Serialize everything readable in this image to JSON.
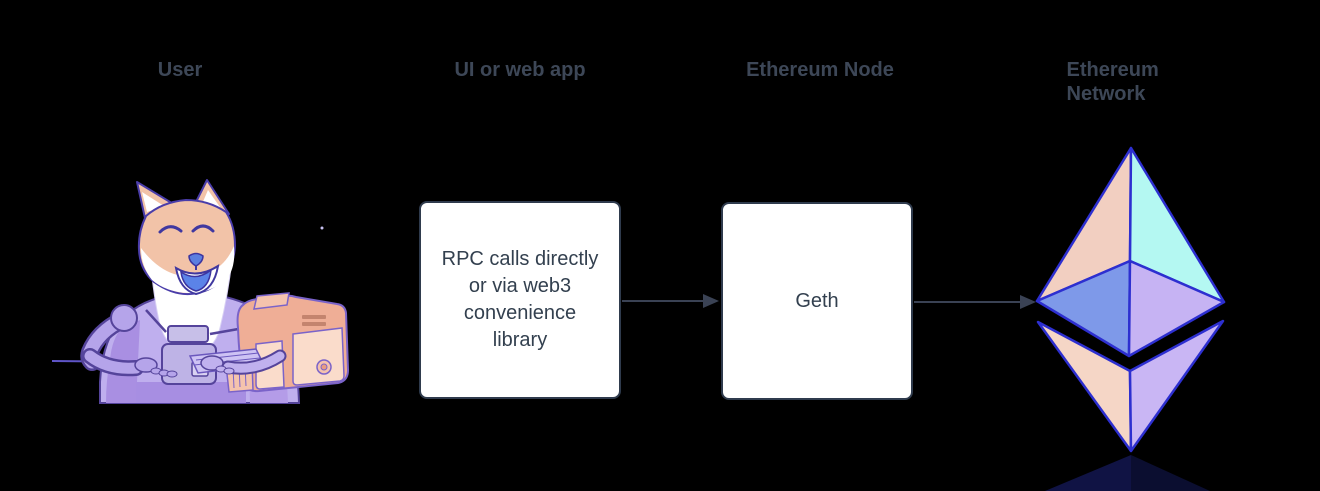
{
  "diagram": {
    "columns": [
      {
        "id": "user",
        "label": "User"
      },
      {
        "id": "webapp",
        "label": "UI or web app"
      },
      {
        "id": "node",
        "label": "Ethereum Node"
      },
      {
        "id": "network",
        "label": "Ethereum Network"
      }
    ],
    "webapp_box": {
      "lines": [
        "RPC calls directly",
        "or via web3",
        "convenience",
        "library"
      ]
    },
    "node_box": {
      "label": "Geth"
    },
    "icons": {
      "user": "doge-astronaut-at-computer-illustration",
      "network": "ethereum-logo"
    }
  },
  "colors": {
    "background": "#000000",
    "heading_text": "#3d4757",
    "box_background": "#ffffff",
    "box_border": "#2f3b4d",
    "box_text": "#33404f",
    "arrow": "#3a4254",
    "eth_outline": "#2d2fd0",
    "eth_face_top_left": "#f2cfc1",
    "eth_face_top_right": "#b4f8f2",
    "eth_face_mid_left": "#7e99e9",
    "eth_face_mid_right": "#c6b3f3",
    "eth_face_bottom_left": "#f5d6c6",
    "eth_face_bottom_right": "#c9b6f4",
    "eth_reflection_left": "#131650",
    "eth_reflection_right": "#0d1038",
    "doge_fur": "#f2c3a8",
    "doge_suit": "#bfafee",
    "doge_tongue": "#5b83e8",
    "computer_body": "#efae96",
    "computer_panel": "#fadccb",
    "desk_line": "#5f55c8"
  }
}
